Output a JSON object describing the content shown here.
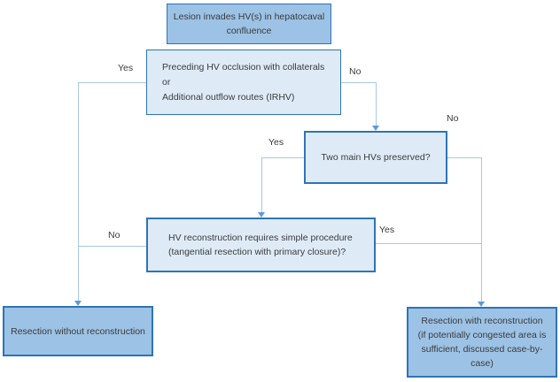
{
  "diagram": {
    "nodes": {
      "start": {
        "lines": [
          "Lesion invades HV(s) in hepatocaval",
          "confluence"
        ]
      },
      "occlusion": {
        "lines": [
          "Preceding HV occlusion with collaterals",
          "or",
          "Additional outflow routes (IRHV)"
        ]
      },
      "two_hvs": {
        "lines": [
          "Two main HVs preserved?"
        ]
      },
      "simple_proc": {
        "lines": [
          "HV reconstruction requires simple procedure",
          "(tangential resection with primary closure)?"
        ]
      },
      "no_recon": {
        "lines": [
          "Resection without reconstruction"
        ]
      },
      "with_recon": {
        "lines": [
          "Resection with reconstruction",
          "(if potentially congested area is",
          "sufficient, discussed case-by-",
          "case)"
        ]
      }
    },
    "edge_labels": {
      "occlusion_yes": "Yes",
      "occlusion_no": "No",
      "two_hvs_no": "No",
      "two_hvs_yes": "Yes",
      "simple_no": "No",
      "simple_yes": "Yes"
    },
    "colors": {
      "node_fill_solid": "#9CC2E5",
      "node_fill_light": "#DEEBF7",
      "node_border": "#2E74B5",
      "connector": "#A9C7E8",
      "arrowhead": "#5B9BD5",
      "text": "#3B3B3B"
    }
  }
}
